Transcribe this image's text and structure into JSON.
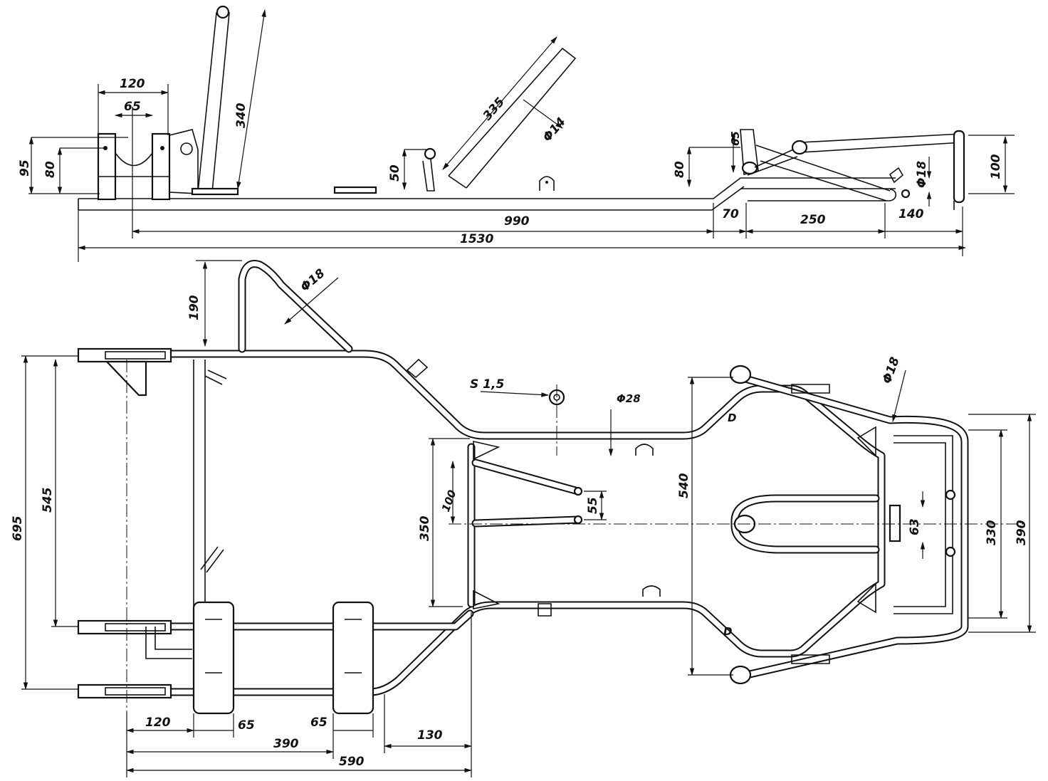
{
  "side_view": {
    "dims": {
      "seat_width": "120",
      "seat_inner": "65",
      "seat_h1": "95",
      "seat_h2": "80",
      "upright_len": "340",
      "steer_len": "335",
      "steer_dia": "Φ14",
      "bracket_h": "50",
      "front_rise": "80",
      "front_h": "65",
      "front_tube_dia": "Φ18",
      "front_height": "100",
      "len_990": "990",
      "len_70": "70",
      "len_250": "250",
      "len_140": "140",
      "len_1530": "1530"
    }
  },
  "top_view": {
    "dims": {
      "bar_h": "190",
      "bar_dia": "Φ18",
      "sheet": "S 1,5",
      "tube_dia": "Φ28",
      "front_dia": "Φ18",
      "w695": "695",
      "w545": "545",
      "w350": "350",
      "w100": "100",
      "w55": "55",
      "w540": "540",
      "w63": "63",
      "w330": "330",
      "w390r": "390",
      "l120": "120",
      "l65a": "65",
      "l65b": "65",
      "l390": "390",
      "l130": "130",
      "l590": "590",
      "mark_d1": "D",
      "mark_d2": "D"
    }
  }
}
